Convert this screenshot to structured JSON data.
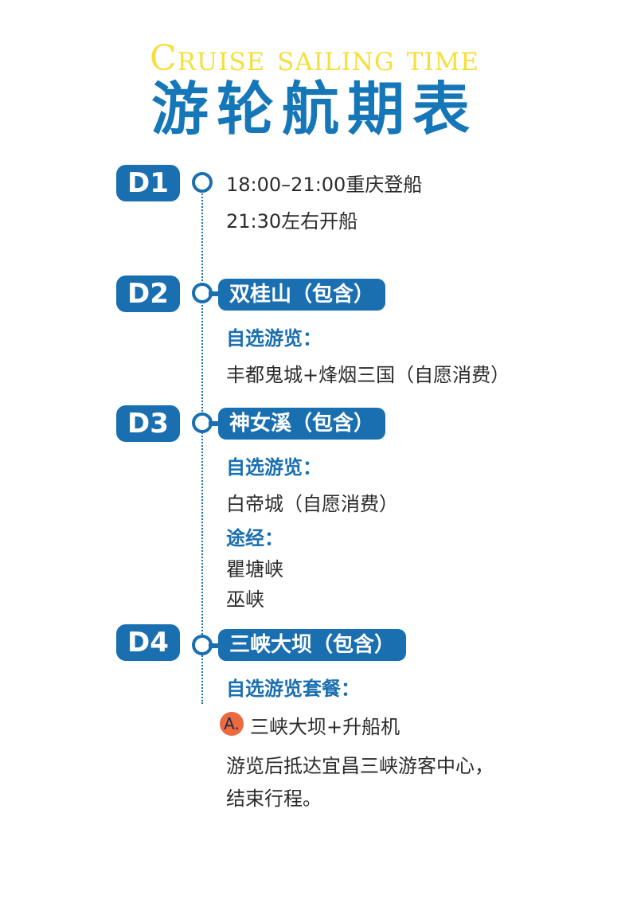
{
  "title": {
    "english": "Cruise sailing time",
    "chinese": "游轮航期表"
  },
  "days": [
    {
      "badge": "D1",
      "lines": [
        "18:00–21:00重庆登船",
        "21:30左右开船"
      ]
    },
    {
      "badge": "D2",
      "heading": "双桂山（包含）",
      "optional_label": "自选游览：",
      "optional_items": [
        "丰都鬼城+烽烟三国（自愿消费）"
      ]
    },
    {
      "badge": "D3",
      "heading": "神女溪（包含）",
      "optional_label": "自选游览：",
      "optional_items": [
        "白帝城（自愿消费）"
      ],
      "via_label": "途经：",
      "via_items": [
        "瞿塘峡",
        "巫峡"
      ]
    },
    {
      "badge": "D4",
      "heading": "三峡大坝（包含）",
      "package_label": "自选游览套餐：",
      "package_option": {
        "letter": "A.",
        "text": "三峡大坝+升船机"
      },
      "closing_lines": [
        "游览后抵达宜昌三峡游客中心，",
        "结束行程。"
      ]
    }
  ],
  "colors": {
    "primary_blue": "#1a6fb1",
    "title_yellow": "#f6df3a",
    "option_orange": "#ec6a3d"
  }
}
